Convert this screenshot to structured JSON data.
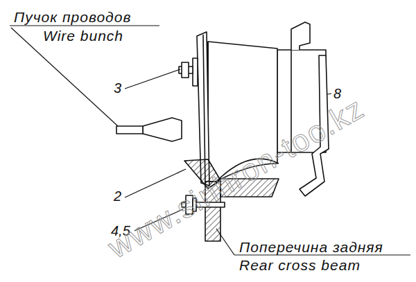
{
  "diagram": {
    "labels": [
      "Пучок проводов",
      "Wire bunch",
      "3",
      "2",
      "4,5",
      "Поперечина задняя",
      "Rear cross beam",
      "www.sinhron-too.kz",
      "8"
    ]
  }
}
